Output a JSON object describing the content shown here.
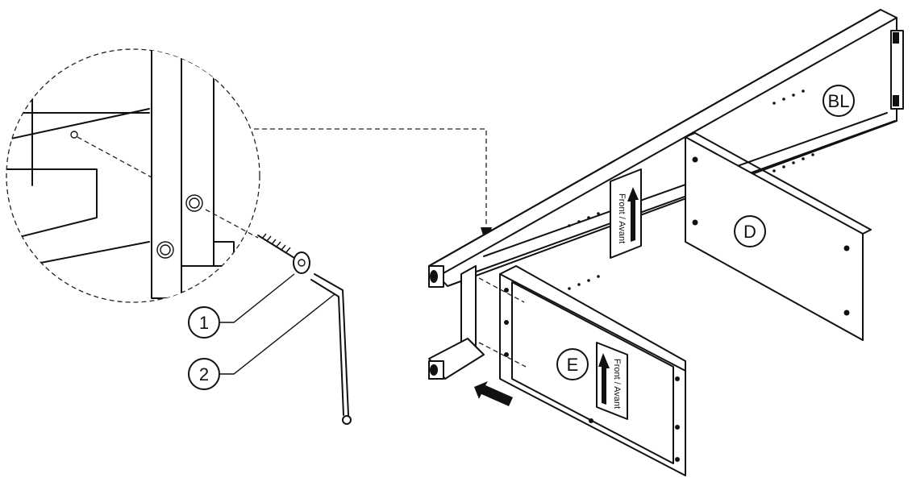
{
  "callouts": {
    "screw": "1",
    "hex_key": "2"
  },
  "parts": {
    "back_panel": "BL",
    "middle_panel": "D",
    "side_panel": "E"
  },
  "orientation_label": "Front / Avant"
}
